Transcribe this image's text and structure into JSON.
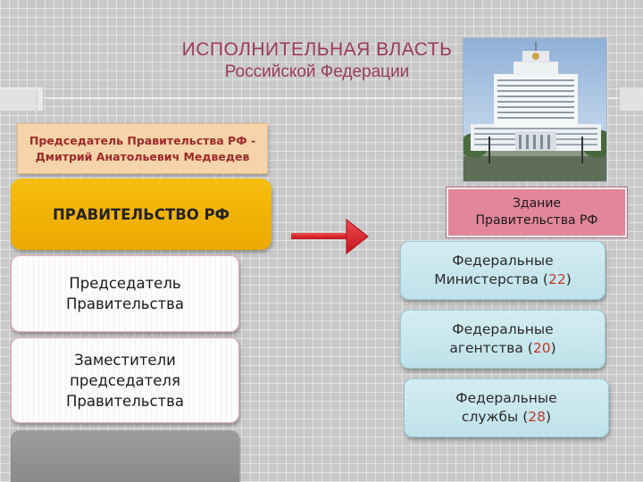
{
  "title": {
    "line1": "ИСПОЛНИТЕЛЬНАЯ ВЛАСТЬ",
    "line2": "Российской Федерации"
  },
  "chairman": {
    "line1": "Председатель Правительства РФ -",
    "line2": "Дмитрий Анатольевич Медведев"
  },
  "government": "ПРАВИТЕЛЬСТВО РФ",
  "left_boxes": [
    {
      "lines": [
        "Председатель",
        "Правительства"
      ]
    },
    {
      "lines": [
        "Заместители",
        "председателя",
        "Правительства"
      ]
    }
  ],
  "building_label": {
    "line1": "Здание",
    "line2": "Правительства РФ"
  },
  "federal_bodies": [
    {
      "line1": "Федеральные",
      "line2_prefix": "Министерства (",
      "count": "22",
      "suffix": ")"
    },
    {
      "line1": "Федеральные",
      "line2_prefix": "агентства (",
      "count": "20",
      "suffix": ")"
    },
    {
      "line1": "Федеральные",
      "line2_prefix": "службы (",
      "count": "28",
      "suffix": ")"
    }
  ],
  "colors": {
    "title": "#9a3a5c",
    "chairman_text": "#9c2a2a",
    "government_box": "#f2b400",
    "arrow": "#d91e25",
    "count": "#c0392b",
    "building_label_bg": "#e2869a"
  },
  "icons": [
    "arrow-right-icon",
    "government-building-photo"
  ]
}
